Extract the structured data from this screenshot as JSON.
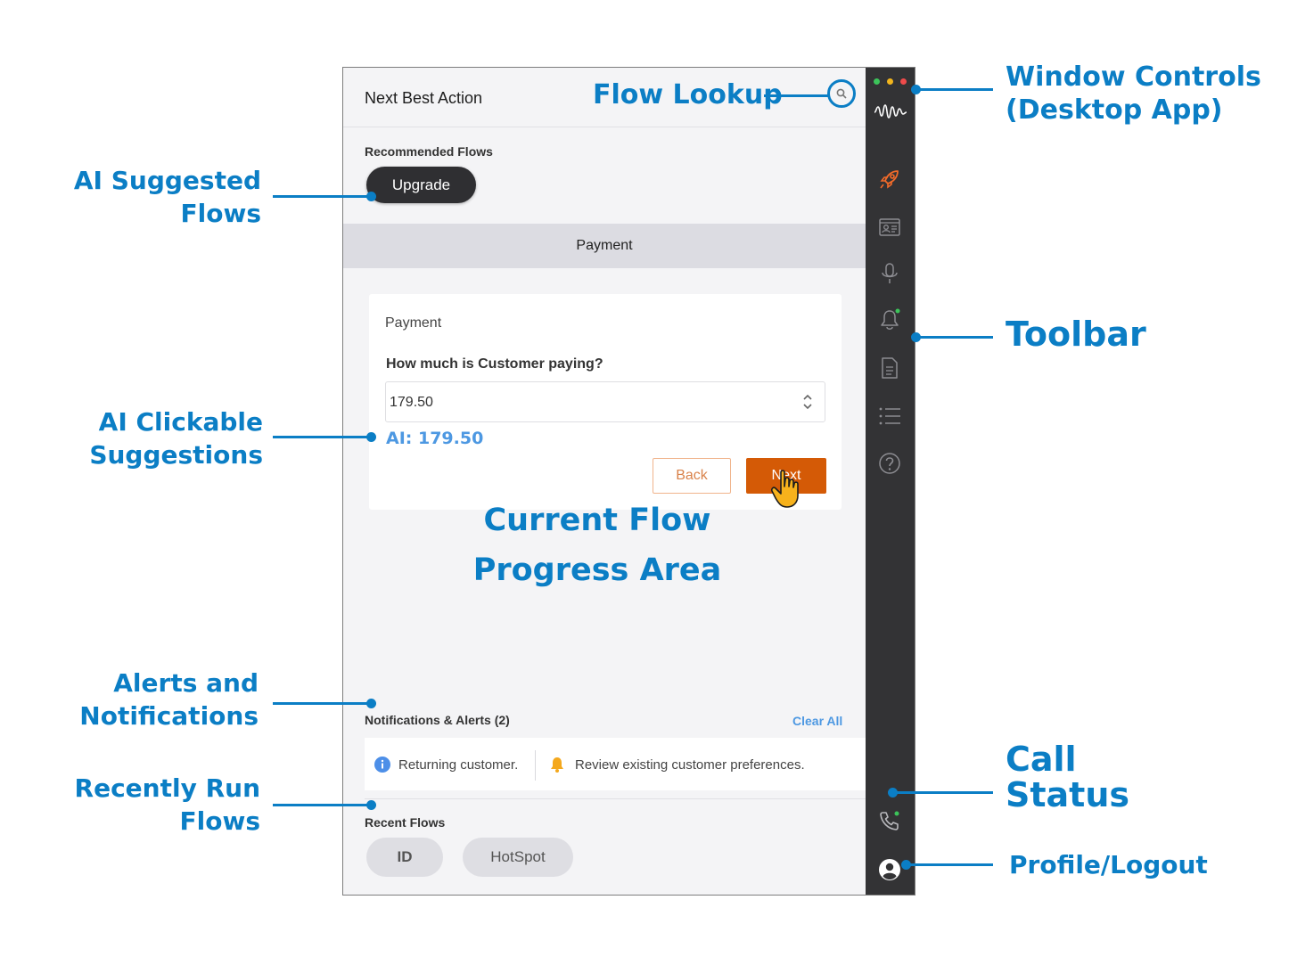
{
  "app": {
    "header_title": "Next Best Action",
    "recommended_label": "Recommended Flows",
    "recommended_flows": [
      "Upgrade"
    ],
    "current_flow_name": "Payment",
    "step": {
      "title": "Payment",
      "question": "How much is Customer paying?",
      "input_value": "179.50",
      "ai_suggestion": "AI: 179.50",
      "back_label": "Back",
      "next_label": "Next"
    },
    "notifications": {
      "header": "Notifications & Alerts (2)",
      "clear_all": "Clear All",
      "items": [
        {
          "icon": "info-icon",
          "text": "Returning customer."
        },
        {
          "icon": "bell-icon",
          "text": "Review existing customer preferences."
        }
      ]
    },
    "recent_label": "Recent Flows",
    "recent_flows": [
      "ID",
      "HotSpot"
    ]
  },
  "toolbar": {
    "window_dot_colors": [
      "#3cc45a",
      "#f2b51d",
      "#ef4b4b"
    ],
    "accent_color": "#f26b2a",
    "icons": [
      "waveform-logo-icon",
      "rocket-icon",
      "contact-card-icon",
      "microphone-icon",
      "bell-icon",
      "document-icon",
      "list-icon",
      "help-icon",
      "phone-icon",
      "profile-icon"
    ]
  },
  "callouts": {
    "window_controls": [
      "Window Controls",
      "(Desktop App)"
    ],
    "flow_lookup": "Flow Lookup",
    "ai_suggested": [
      "AI Suggested",
      "Flows"
    ],
    "toolbar": "Toolbar",
    "ai_clickable": [
      "AI Clickable",
      "Suggestions"
    ],
    "current_flow_area": [
      "Current Flow",
      "Progress Area"
    ],
    "alerts": [
      "Alerts and",
      "Notifications"
    ],
    "recently_run": [
      "Recently Run",
      "Flows"
    ],
    "call_status": [
      "Call",
      "Status"
    ],
    "profile": "Profile/Logout"
  }
}
